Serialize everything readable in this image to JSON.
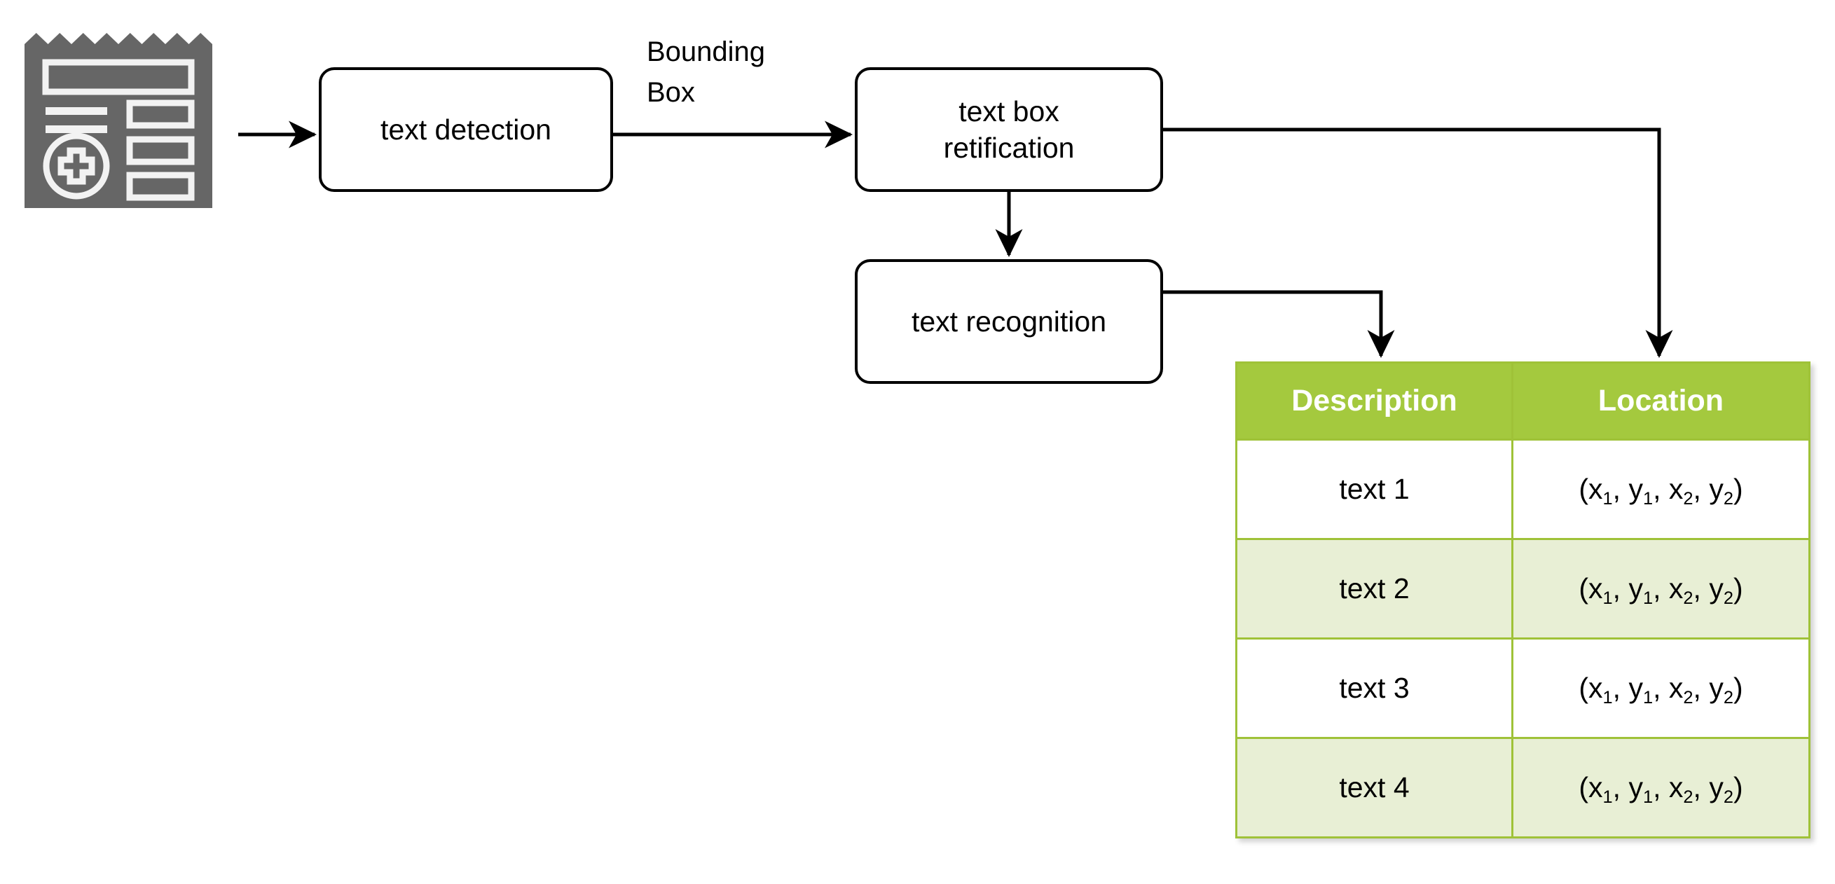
{
  "diagram": {
    "title": "OCR pipeline flow diagram",
    "icon": {
      "name": "receipt-document-icon",
      "color": "#666666"
    },
    "nodes": [
      {
        "id": "text-detection",
        "label": "text detection"
      },
      {
        "id": "text-box-rectification",
        "label": "text box\nretification"
      },
      {
        "id": "text-recognition",
        "label": "text recognition"
      }
    ],
    "edge_labels": [
      {
        "id": "bounding-box",
        "label": "Bounding\nBox"
      }
    ]
  },
  "table": {
    "headers": [
      "Description",
      "Location"
    ],
    "header_color": "#a4c93e",
    "border_color": "#9fc238",
    "stripe_color": "#e8efd5",
    "header_text_color": "#ffffff",
    "rows": [
      {
        "description": "text 1",
        "location": {
          "open": "(x",
          "s1": "1",
          "c1": ", y",
          "s2": "1",
          "c2": ", x",
          "s3": "2",
          "c3": ", y",
          "s4": "2",
          "close": ")"
        }
      },
      {
        "description": "text 2",
        "location": {
          "open": "(x",
          "s1": "1",
          "c1": ", y",
          "s2": "1",
          "c2": ", x",
          "s3": "2",
          "c3": ", y",
          "s4": "2",
          "close": ")"
        }
      },
      {
        "description": "text 3",
        "location": {
          "open": "(x",
          "s1": "1",
          "c1": ", y",
          "s2": "1",
          "c2": ", x",
          "s3": "2",
          "c3": ", y",
          "s4": "2",
          "close": ")"
        }
      },
      {
        "description": "text 4",
        "location": {
          "open": "(x",
          "s1": "1",
          "c1": ", y",
          "s2": "1",
          "c2": ", x",
          "s3": "2",
          "c3": ", y",
          "s4": "2",
          "close": ")"
        }
      }
    ]
  }
}
